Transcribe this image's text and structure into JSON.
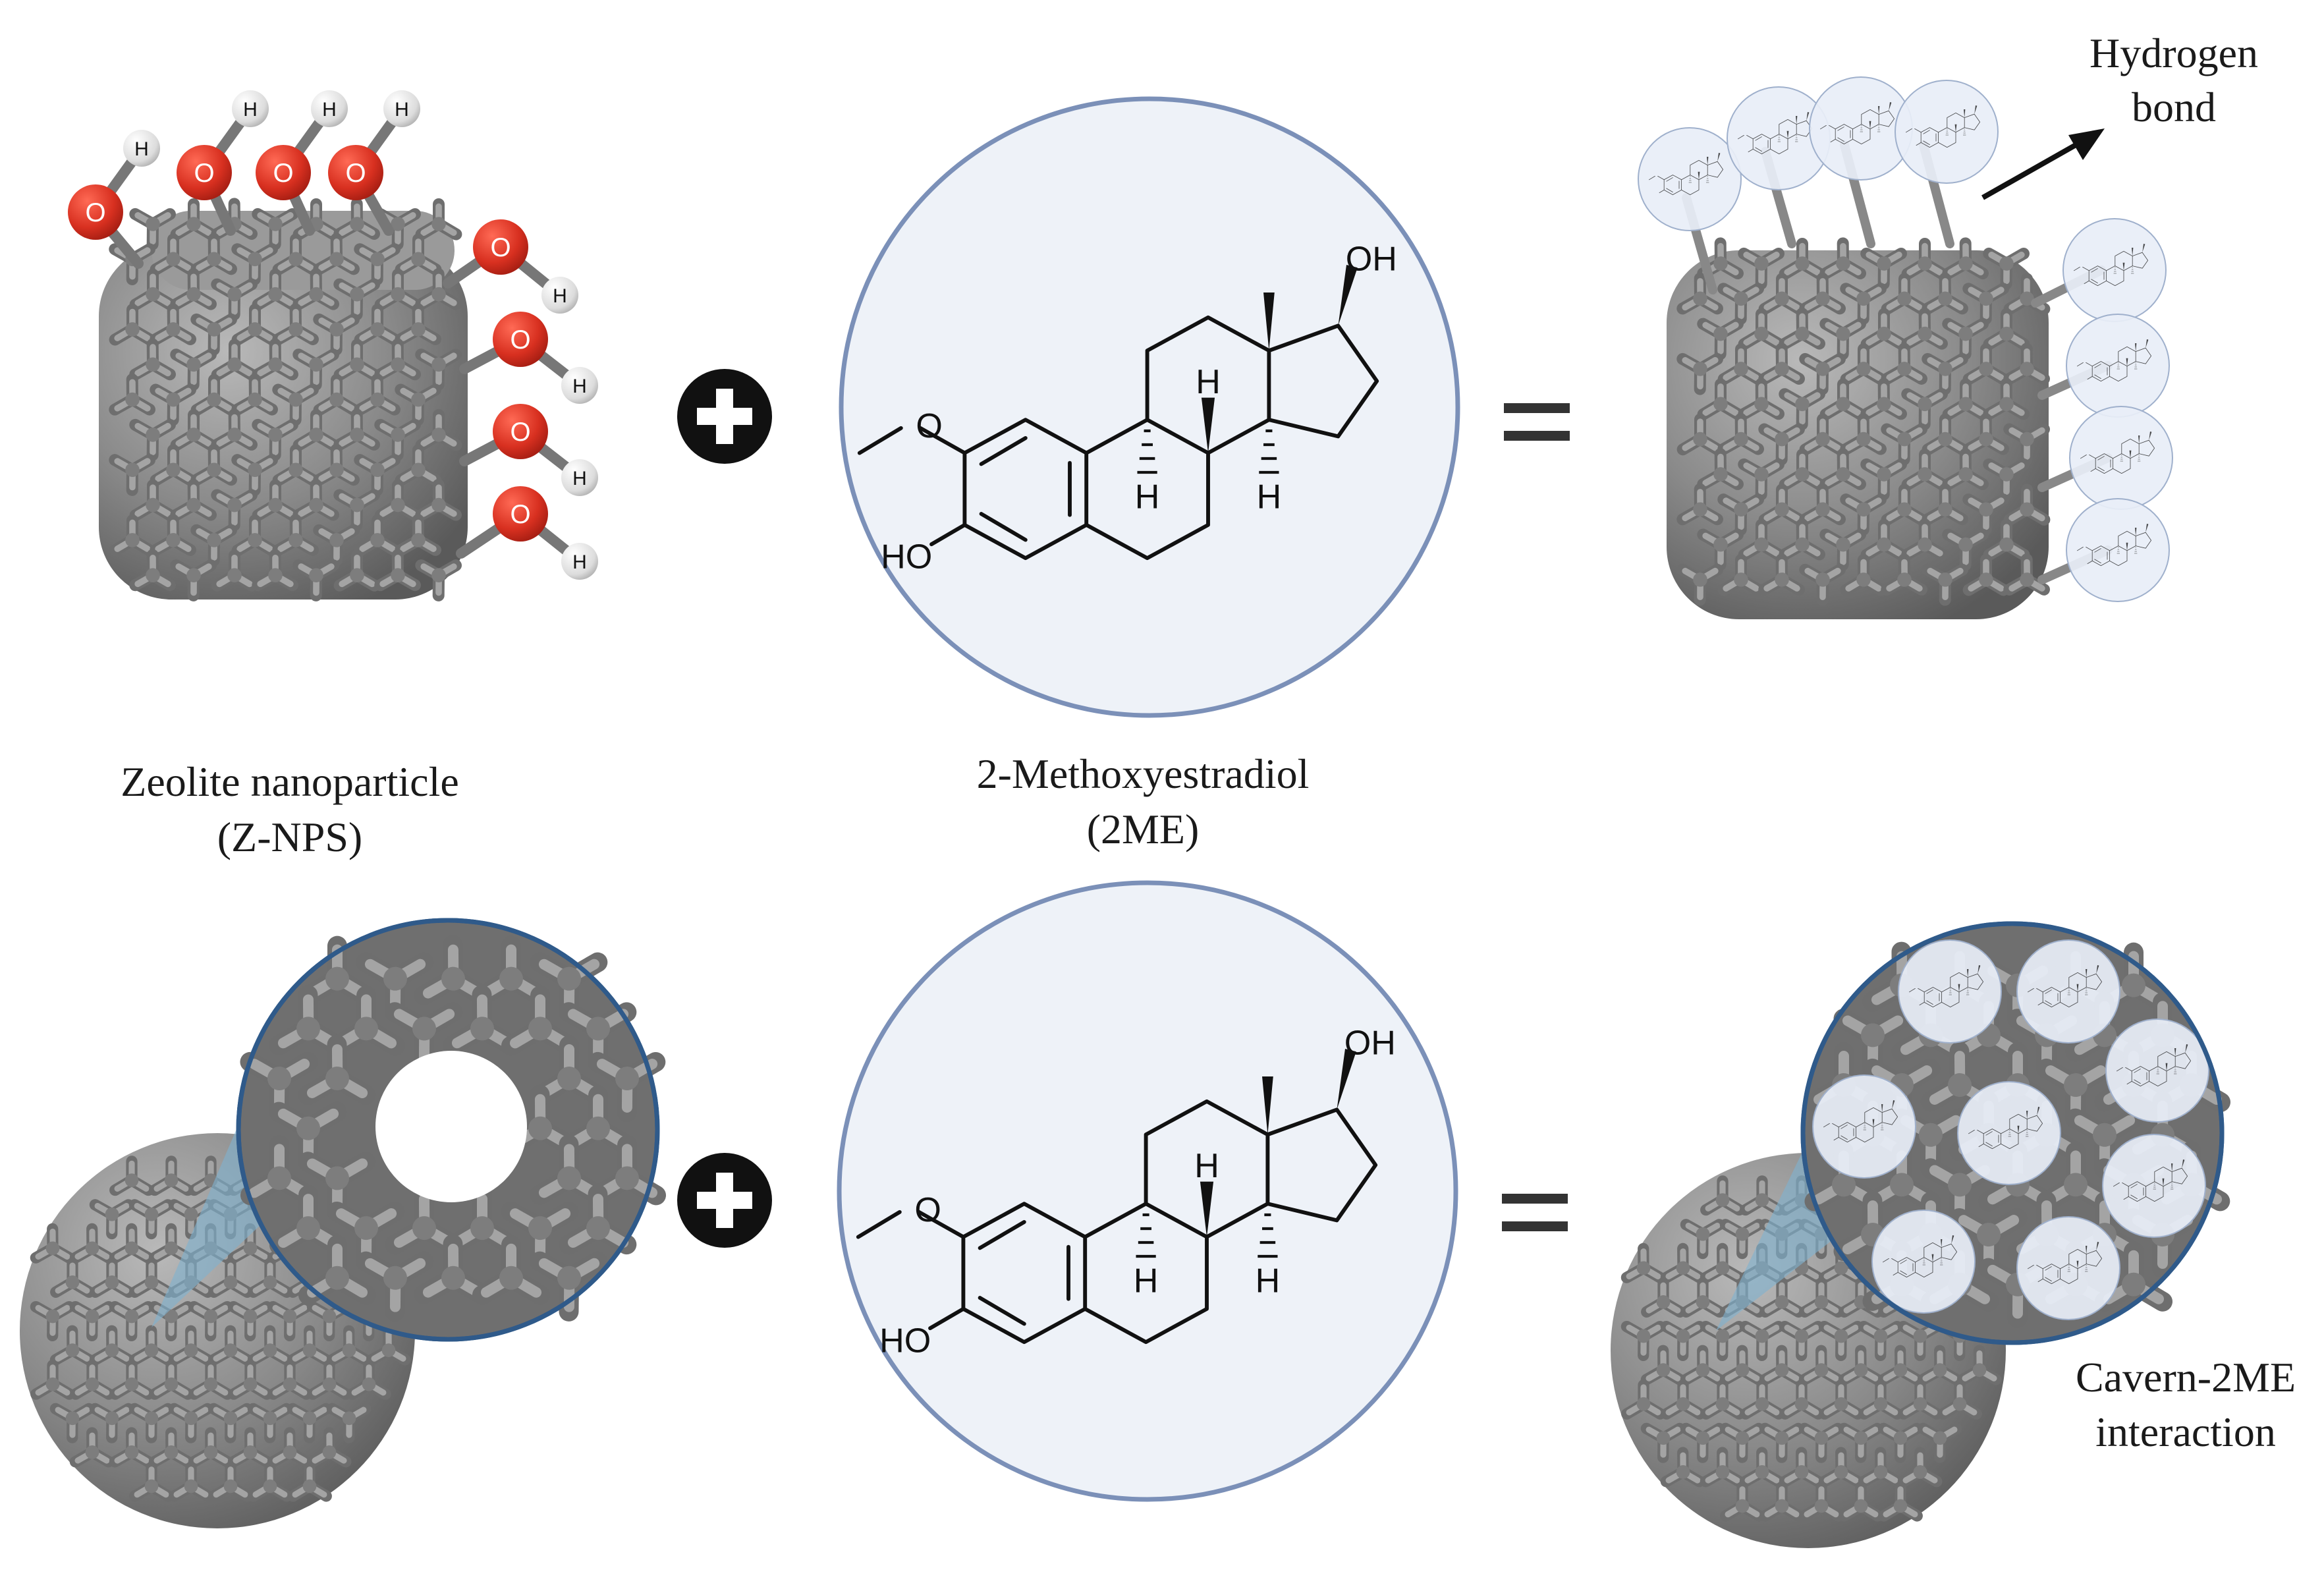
{
  "labels": {
    "zeolite_line1": "Zeolite nanoparticle",
    "zeolite_line2": "(Z-NPS)",
    "drug_line1": "2-Methoxyestradiol",
    "drug_line2": "(2ME)",
    "hbond_line1": "Hydrogen",
    "hbond_line2": "bond",
    "cavern_line1": "Cavern-2ME",
    "cavern_line2": "interaction"
  },
  "molecule": {
    "hydroxyl_top": "OH",
    "hydroxyl_ring": "HO",
    "methoxy_oxygen": "O",
    "hydrogen": "H"
  },
  "surface_atoms": {
    "oxygen": "O",
    "hydrogen": "H"
  },
  "colors": {
    "zeolite_gray": "#8c8c8c",
    "oxygen_red": "#d83020",
    "molecule_circle_fill": "#eef2f8",
    "molecule_circle_stroke": "#7b90b8",
    "zoom_stroke": "#2f5a8a",
    "zoom_triangle": "#7fb3d0",
    "operator_black": "#111111"
  }
}
